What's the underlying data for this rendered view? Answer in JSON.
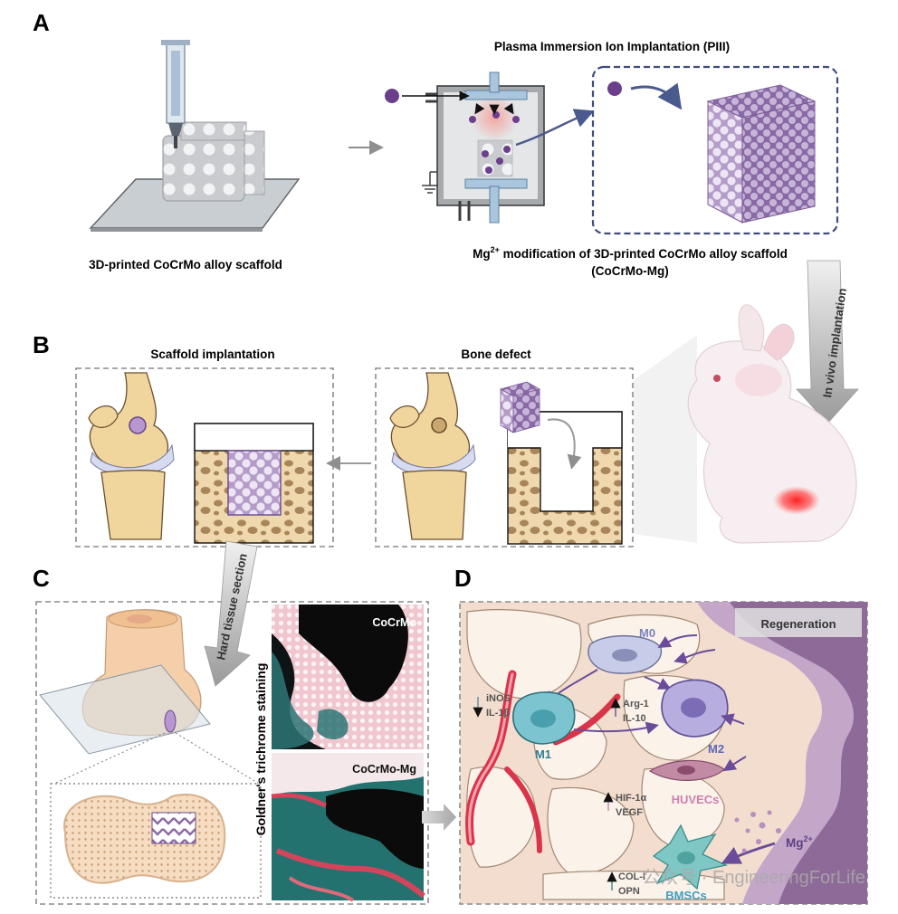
{
  "panels": {
    "A": {
      "letter": "A",
      "left_caption": "3D-printed CoCrMo alloy scaffold",
      "piii_title": "Plasma Immersion Ion Implantation (PIII)",
      "right_caption_line1_prefix": "Mg",
      "right_caption_line1_sup": "2+",
      "right_caption_line1_suffix": " modification of 3D-printed CoCrMo alloy scaffold",
      "right_caption_line2": "(CoCrMo-Mg)",
      "arrow_label": "In vivo implantation"
    },
    "B": {
      "letter": "B",
      "left_title": "Scaffold implantation",
      "right_title": "Bone defect"
    },
    "C": {
      "letter": "C",
      "arrow_label": "Hard tissue section",
      "stain_label": "Goldner's trichrome staining",
      "top_image_label": "CoCrMo",
      "bottom_image_label": "CoCrMo-Mg"
    },
    "D": {
      "letter": "D",
      "regeneration": "Regeneration",
      "m0": "M0",
      "m1": "M1",
      "m2": "M2",
      "inos": "iNOS",
      "il1b": "IL-1β",
      "arg1": "Arg-1",
      "il10": "IL-10",
      "hif": "HIF-1α",
      "vegf": "VEGF",
      "huvecs": "HUVECs",
      "col1": "COL-I",
      "opn": "OPN",
      "bmscs": "BMSCs",
      "mg_prefix": "Mg",
      "mg_sup": "2+"
    }
  },
  "watermark": "公众号 · EngineeringForLife",
  "colors": {
    "purple": "#9a79b8",
    "dark_purple": "#5e3f86",
    "bone": "#f3d6a6",
    "border_grey": "#8c8c8c",
    "regen": "#8e6a98"
  }
}
